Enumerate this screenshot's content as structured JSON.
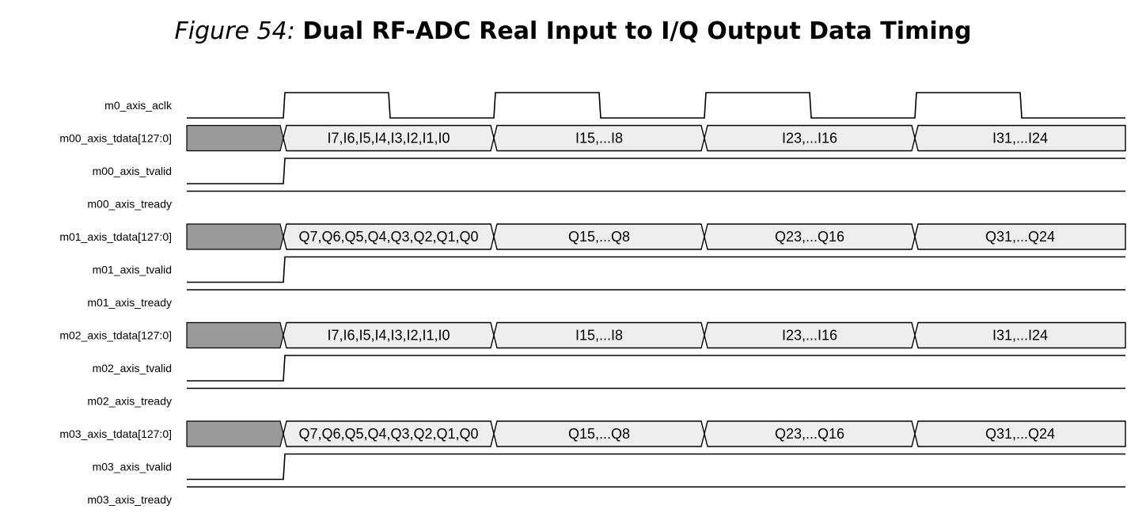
{
  "title": {
    "figure_number": "Figure 54:",
    "caption": "Dual RF-ADC Real Input to I/Q Output Data Timing"
  },
  "colors": {
    "line": "#000000",
    "bus_fill": "#eeeeee",
    "invalid_fill": "#9a9a9a"
  },
  "signals": [
    {
      "name": "m0_axis_aclk",
      "type": "clock",
      "cycles": 4
    },
    {
      "name": "m00_axis_tdata[127:0]",
      "type": "bus",
      "values": [
        "I7,I6,I5,I4,I3,I2,I1,I0",
        "I15,...I8",
        "I23,...I16",
        "I31,...I24"
      ]
    },
    {
      "name": "m00_axis_tvalid",
      "type": "step",
      "initial": 0,
      "rise_at_cycle": 0
    },
    {
      "name": "m00_axis_tready",
      "type": "high"
    },
    {
      "name": "m01_axis_tdata[127:0]",
      "type": "bus",
      "values": [
        "Q7,Q6,Q5,Q4,Q3,Q2,Q1,Q0",
        "Q15,...Q8",
        "Q23,...Q16",
        "Q31,...Q24"
      ]
    },
    {
      "name": "m01_axis_tvalid",
      "type": "step",
      "initial": 0,
      "rise_at_cycle": 0
    },
    {
      "name": "m01_axis_tready",
      "type": "high"
    },
    {
      "name": "m02_axis_tdata[127:0]",
      "type": "bus",
      "values": [
        "I7,I6,I5,I4,I3,I2,I1,I0",
        "I15,...I8",
        "I23,...I16",
        "I31,...I24"
      ]
    },
    {
      "name": "m02_axis_tvalid",
      "type": "step",
      "initial": 0,
      "rise_at_cycle": 0
    },
    {
      "name": "m02_axis_tready",
      "type": "high"
    },
    {
      "name": "m03_axis_tdata[127:0]",
      "type": "bus",
      "values": [
        "Q7,Q6,Q5,Q4,Q3,Q2,Q1,Q0",
        "Q15,...Q8",
        "Q23,...Q16",
        "Q31,...Q24"
      ]
    },
    {
      "name": "m03_axis_tvalid",
      "type": "step",
      "initial": 0,
      "rise_at_cycle": 0
    },
    {
      "name": "m03_axis_tready",
      "type": "high"
    }
  ]
}
